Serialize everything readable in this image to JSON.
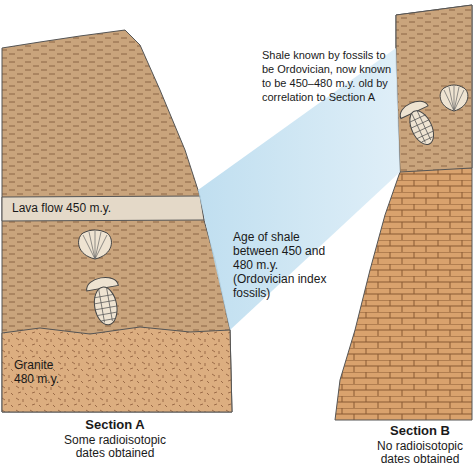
{
  "diagram": {
    "nodes": [
      {
        "text": [
          "Section A",
          "Some radioisotopic dates obtained"
        ]
      },
      {
        "text": [
          "Lava flow 450 m.y."
        ],
        "in": 0
      },
      {
        "text": [
          "Granite 480 m.y."
        ],
        "in": 0
      },
      {
        "text": [
          "Section B",
          "No radioisotopic dates obtained"
        ]
      }
    ],
    "labels": [
      "Age of shale between 450 and 480 m.y. (Ordovician index fossils)",
      "Shale known by fossils to be Ordovician, now known to be 450–480 m.y. old by correlation to Section A"
    ]
  }
}
